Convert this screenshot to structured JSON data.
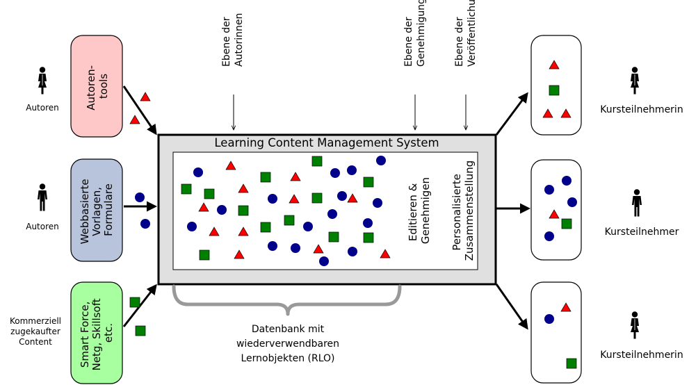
{
  "sources": [
    {
      "tool_label": [
        "Autoren-",
        "tools"
      ],
      "actor_label": [
        "Autoren"
      ],
      "tool_fill": "#ffc8c8",
      "actor": "female"
    },
    {
      "tool_label": [
        "Webbasierte",
        "Vorlagen,",
        "Formulare"
      ],
      "actor_label": [
        "Autoren"
      ],
      "tool_fill": "#b8c3dc",
      "actor": "male"
    },
    {
      "tool_label": [
        "Smart Force,",
        "Netg, Skillsoft",
        "etc."
      ],
      "actor_label": [
        "Kommerziell",
        "zugekaufter",
        "Content"
      ],
      "tool_fill": "#a8ffa0"
    }
  ],
  "levels": [
    {
      "label": [
        "Ebene der",
        "Autorinnen"
      ]
    },
    {
      "label": [
        "Ebene der",
        "Genehmigung"
      ]
    },
    {
      "label": [
        "Ebene der",
        "Veröffentlichung"
      ]
    }
  ],
  "lcms": {
    "title": "Learning Content Management System",
    "inner_columns": [
      [
        "Editieren &",
        "Genehmigen"
      ],
      [
        "Personalisierte",
        "Zusammenstellung"
      ]
    ],
    "frame_fill": "#e0e0e0"
  },
  "database_label": [
    "Datenbank mit",
    "wiederverwendbaren",
    "Lernobjekten (RLO)"
  ],
  "learners": [
    {
      "label": "Kursteilnehmerin",
      "actor": "female"
    },
    {
      "label": "Kursteilnehmer",
      "actor": "male"
    },
    {
      "label": "Kursteilnehmerin",
      "actor": "female"
    }
  ],
  "colors": {
    "triangle": "#ff0000",
    "square": "#008000",
    "circle": "#00008b",
    "arrow": "#000000"
  },
  "icons": [
    "triangle-icon",
    "square-icon",
    "circle-icon",
    "person-icon"
  ]
}
